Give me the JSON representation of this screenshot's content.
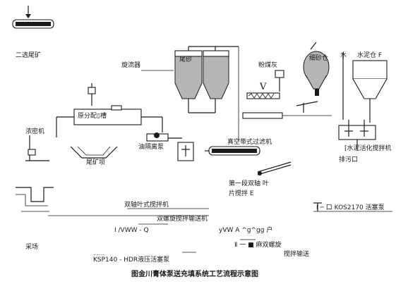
{
  "labels": {
    "secondary_tailings": "二选尾矿",
    "hydrocyclone": "旋流器",
    "tailings_sand": "尾砂",
    "fly_ash": "粉煤灰",
    "v_mark": "V",
    "fine_sand_bin": "细砂仓",
    "water": "水",
    "cement_f": "水泥仓 F",
    "slurry_distributor": "原分配▯槽",
    "thickener": "浓密机",
    "centrifugal_pump": "油隔离泵",
    "tailings_dam": "尾矿坝",
    "vacuum_filter": "真空带式过滤机",
    "cement_mixer": "[水泥活化搅拌机",
    "sewage_outlet": "排污口",
    "mixer_e_line1": "第一段双轴 叶",
    "mixer_e_line2": "片搅拌 E",
    "twin_shaft_mixer": "双轴叶式搅拌机",
    "twin_screw_conveyor": "双螺旋搅拌输送机",
    "pump_kos": "I ─ 口 KOS2170 活塞泵",
    "stope": "采场",
    "garbled_left": "I /VWW - Q",
    "garbled_mid": "yVW A ^g^gg 户",
    "twin_spiral": "Ⅱ 一 ■ 麻双螺旋",
    "partial_conveyor": "搅拌输送",
    "ksp_pump": "KSP140 - HDR液压活塞泵",
    "dots": "……",
    "caption": "图金川膏体泵送充填系统工艺流程示意图"
  }
}
